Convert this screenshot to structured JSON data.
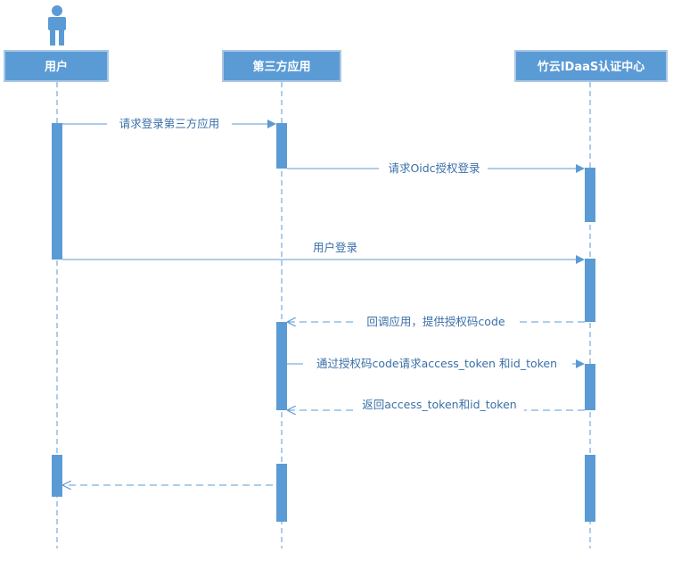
{
  "participants": {
    "user": {
      "label": "用户"
    },
    "app": {
      "label": "第三方应用"
    },
    "idaas": {
      "label": "竹云IDaaS认证中心"
    }
  },
  "messages": {
    "m1": "请求登录第三方应用",
    "m2": "请求Oidc授权登录",
    "m3": "用户登录",
    "m4": "回调应用，提供授权码code",
    "m5": "通过授权码code请求access_token 和id_token",
    "m6": "返回access_token和id_token"
  },
  "colors": {
    "header_fill": "#5b9bd5",
    "header_border": "#a9c7e6",
    "activation": "#5b9bd5",
    "lifeline": "#5b9bd5",
    "arrow": "#5b9bd5",
    "text": "#3a6fa8",
    "actor": "#5b9bd5"
  }
}
